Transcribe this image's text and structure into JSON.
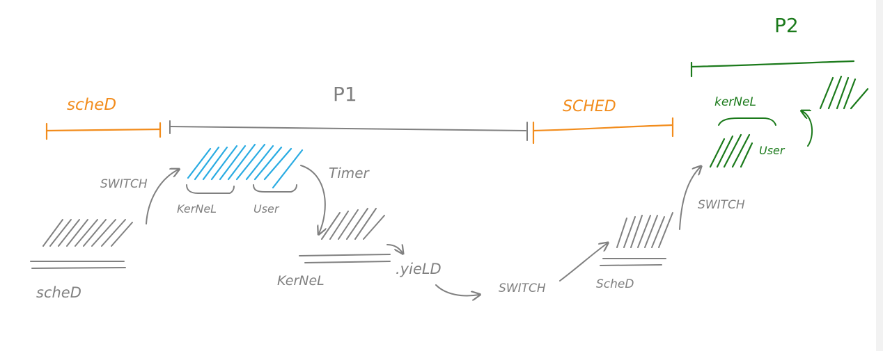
{
  "colors": {
    "gray": "#808080",
    "orange": "#f28c1c",
    "blue": "#29abe2",
    "green": "#1b7a1b",
    "strip": "#f2f2f2"
  },
  "labels": {
    "sched_left": "scheD",
    "p1": "P1",
    "sched_mid": "SCHED",
    "p2": "P2",
    "switch_1": "SWITCH",
    "kernel_1": "KerNeL",
    "user_1": "User",
    "timer": "Timer",
    "kernel_2": "KerNeL",
    "yield": ".yieLD",
    "switch_2": "SWITCH",
    "sched_2": "ScheD",
    "switch_3": "SWITCH",
    "kernel_p2": "kerNeL",
    "user_p2": "User",
    "sched_bottom": "scheD"
  }
}
